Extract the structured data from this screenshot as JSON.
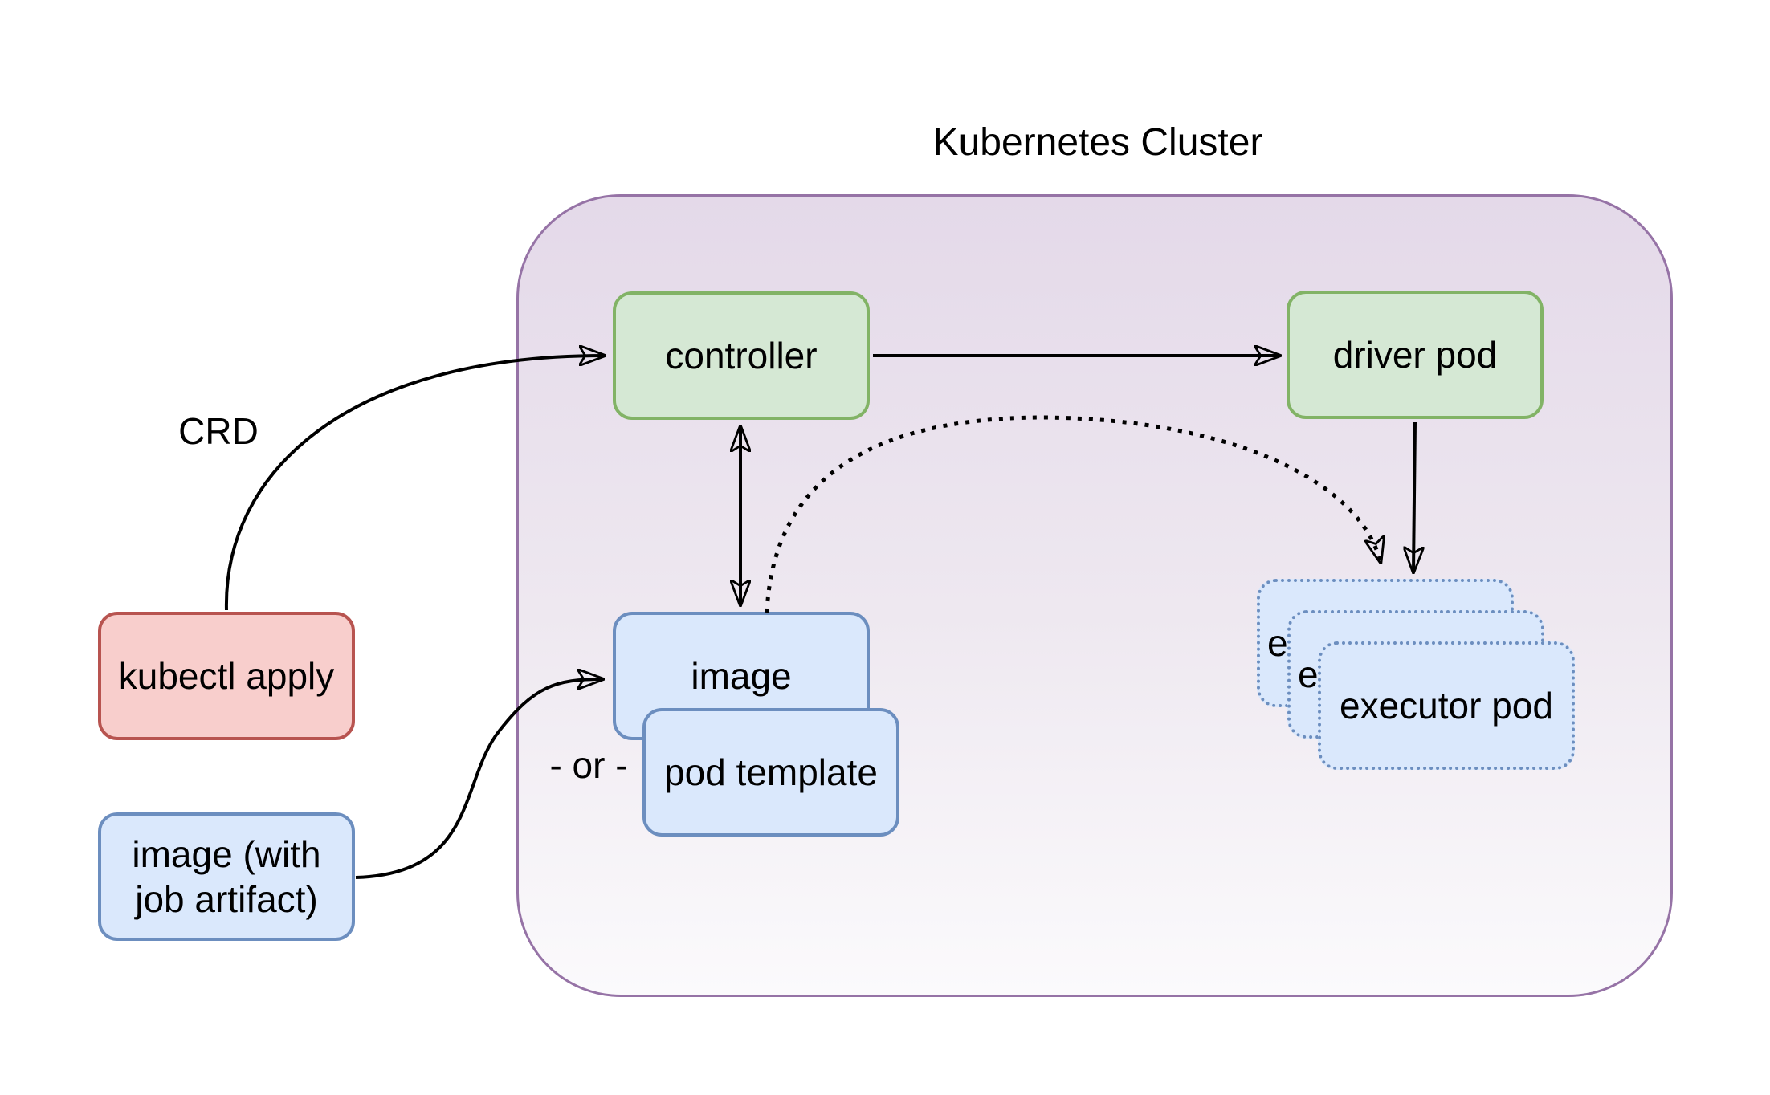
{
  "diagram": {
    "title": "Kubernetes Cluster",
    "nodes": {
      "kubectl_apply": {
        "label": "kubectl apply",
        "fill": "#f8cecc",
        "stroke": "#b85450"
      },
      "image_with_job_artifact": {
        "label": "image (with job artifact)",
        "fill": "#dae8fc",
        "stroke": "#6c8ebf"
      },
      "controller": {
        "label": "controller",
        "fill": "#d5e8d4",
        "stroke": "#82b366"
      },
      "driver_pod": {
        "label": "driver pod",
        "fill": "#d5e8d4",
        "stroke": "#82b366"
      },
      "image": {
        "label": "image",
        "fill": "#dae8fc",
        "stroke": "#6c8ebf"
      },
      "pod_template": {
        "label": "pod template",
        "fill": "#dae8fc",
        "stroke": "#6c8ebf"
      },
      "executor_pod": {
        "label": "executor pod",
        "fill": "#dae8fc",
        "stroke": "#6c8ebf",
        "count": 3,
        "border_style": "dotted"
      }
    },
    "edge_labels": {
      "crd": "CRD",
      "or": "- or -"
    },
    "edges": [
      {
        "from": "kubectl_apply",
        "to": "controller",
        "label": "CRD",
        "style": "solid-curve"
      },
      {
        "from": "controller",
        "to": "driver_pod",
        "style": "solid"
      },
      {
        "from": "controller",
        "to": "image",
        "style": "solid-double-arrow"
      },
      {
        "from": "image",
        "to": "executor_pod",
        "style": "dotted-curve"
      },
      {
        "from": "driver_pod",
        "to": "executor_pod",
        "style": "solid"
      },
      {
        "from": "image_with_job_artifact",
        "to": "image",
        "style": "solid-curve"
      }
    ],
    "cluster": {
      "label": "Kubernetes Cluster",
      "stroke": "#9673a6",
      "gradient_top": "#e4d9e9",
      "gradient_bottom": "#fbfafc"
    }
  }
}
